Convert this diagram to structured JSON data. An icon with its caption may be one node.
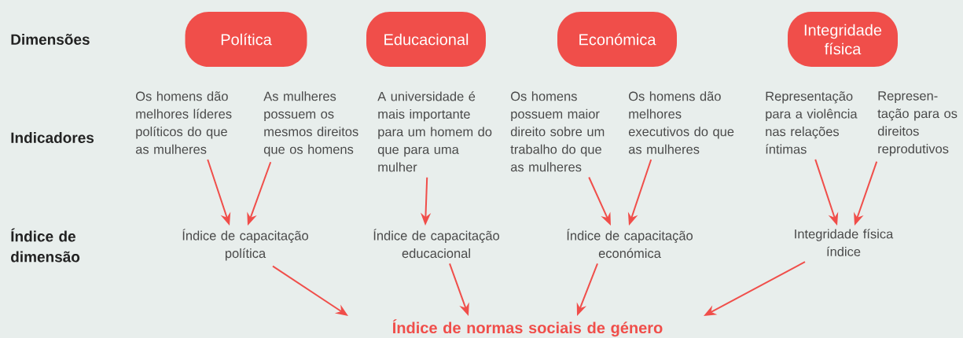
{
  "diagram": {
    "nodes": [
      {
        "text": [
          "Política"
        ]
      },
      {
        "text": [
          "Educacional"
        ]
      },
      {
        "text": [
          "Económica"
        ]
      },
      {
        "text": [
          "Integridade física"
        ]
      },
      {
        "text": [
          "Os homens dão melhores líderes políticos do que as mulheres"
        ]
      },
      {
        "text": [
          "As mulheres possuem os mesmos direitos que os homens"
        ]
      },
      {
        "text": [
          "A universidade é mais importante para um homem do que para uma mulher"
        ]
      },
      {
        "text": [
          "Os homens possuem maior direito sobre um trabalho do que as mulheres"
        ]
      },
      {
        "text": [
          "Os homens dão melhores executivos do que as mulheres"
        ]
      },
      {
        "text": [
          "Representação para a violência nas relações íntimas"
        ]
      },
      {
        "text": [
          "Represen-tação para os direitos reprodutivos"
        ]
      },
      {
        "text": [
          "Índice de capacitação política"
        ]
      },
      {
        "text": [
          "Índice de capacitação educacional"
        ]
      },
      {
        "text": [
          "Índice de capacitação económica"
        ]
      },
      {
        "text": [
          "Integridade física índice"
        ]
      },
      {
        "text": [
          "Índice de normas sociais de género"
        ]
      }
    ],
    "edges": [
      {
        "from": 4,
        "to": 11,
        "arrow": "to"
      },
      {
        "from": 5,
        "to": 11,
        "arrow": "to"
      },
      {
        "from": 6,
        "to": 12,
        "arrow": "to"
      },
      {
        "from": 7,
        "to": 13,
        "arrow": "to"
      },
      {
        "from": 8,
        "to": 13,
        "arrow": "to"
      },
      {
        "from": 9,
        "to": 14,
        "arrow": "to"
      },
      {
        "from": 10,
        "to": 14,
        "arrow": "to"
      },
      {
        "from": 11,
        "to": 15,
        "arrow": "to"
      },
      {
        "from": 12,
        "to": 15,
        "arrow": "to"
      },
      {
        "from": 13,
        "to": 15,
        "arrow": "to"
      },
      {
        "from": 14,
        "to": 15,
        "arrow": "to"
      }
    ],
    "labels": [
      "Dimensões",
      "Indicadores",
      "Índice de dimensão"
    ]
  }
}
